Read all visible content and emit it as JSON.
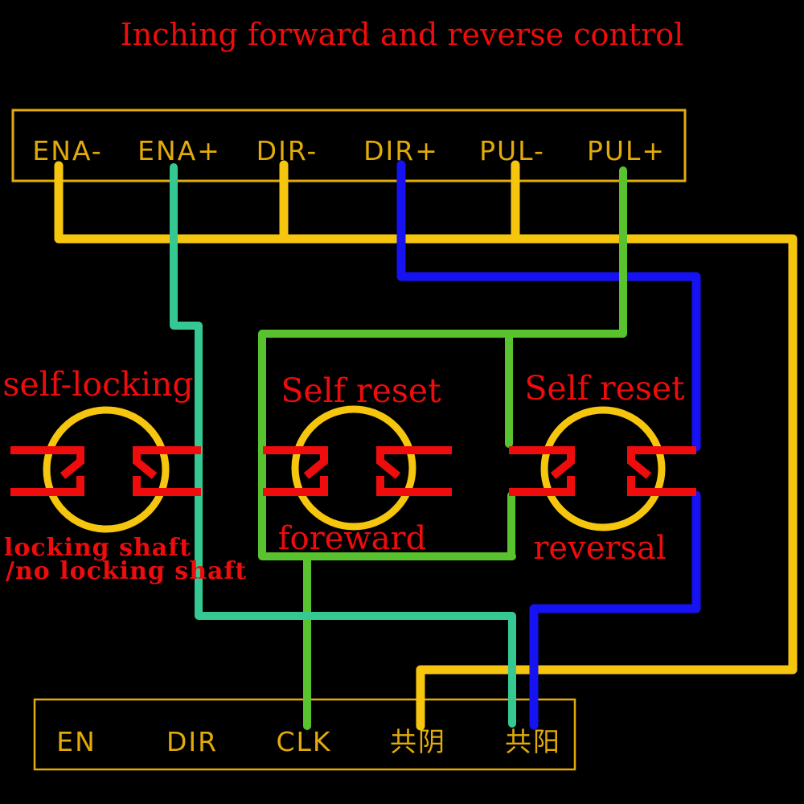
{
  "title": "Inching forward and reverse control",
  "colors": {
    "background": "#000000",
    "wire_yellow": "#f6c60f",
    "gold": "#e2ab09",
    "wire_blue": "#1612f2",
    "wire_green": "#58c32f",
    "wire_teal": "#36c893",
    "red": "#ee0c0c"
  },
  "driver_connector": {
    "terminals": [
      "ENA-",
      "ENA+",
      "DIR-",
      "DIR+",
      "PUL-",
      "PUL+"
    ],
    "wire_colors": {
      "ENA-": "yellow",
      "ENA+": "teal-green",
      "DIR-": "yellow",
      "DIR+": "blue",
      "PUL-": "yellow",
      "PUL+": "green"
    }
  },
  "controller_connector": {
    "terminals": [
      "EN",
      "DIR",
      "CLK",
      "共阴",
      "共阳"
    ],
    "wire_colors": {
      "CLK": "green",
      "共阴": "yellow",
      "共阳": "teal-green / blue"
    }
  },
  "switches": [
    {
      "type_label": "self-locking",
      "caption_line1": "locking shaft",
      "caption_line2": "/no locking shaft"
    },
    {
      "type_label": "Self reset",
      "caption": "foreward"
    },
    {
      "type_label": "Self reset",
      "caption": "reversal"
    }
  ]
}
